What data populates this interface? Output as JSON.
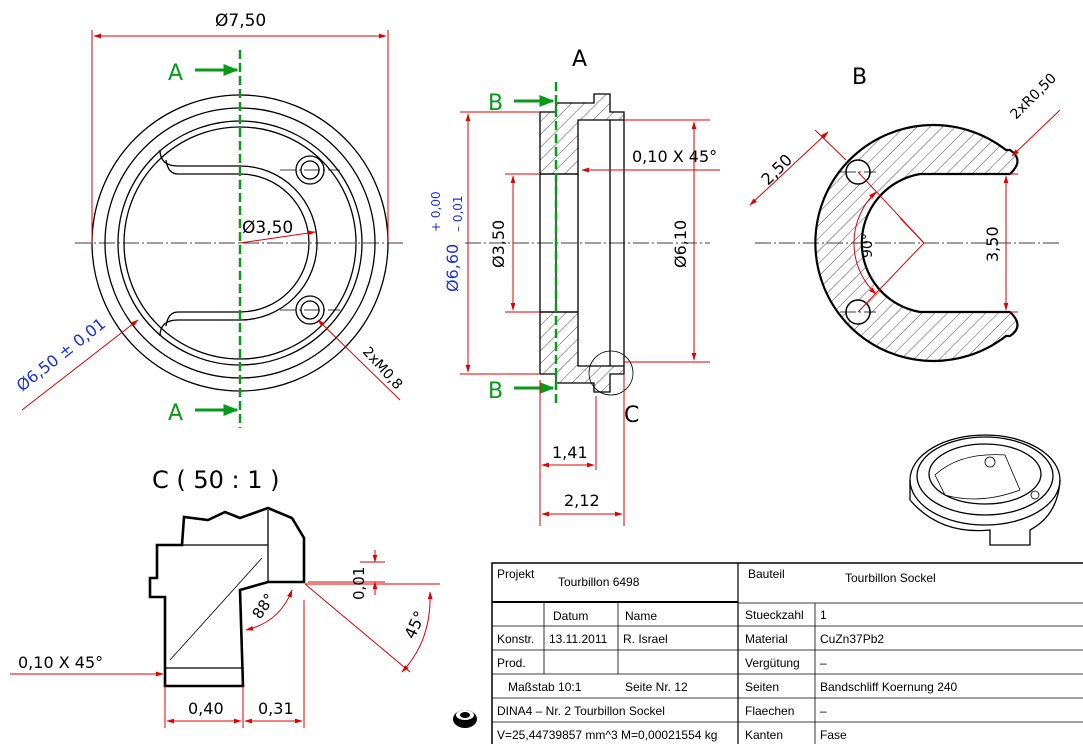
{
  "views": {
    "section_a_label": "A",
    "section_b_label": "B",
    "detail_c_label": "C",
    "detail_c_title": "C ( 50 : 1 )"
  },
  "dimensions": {
    "outer_dia": "Ø7,50",
    "inner_dia": "Ø3,50",
    "tol_dia": "Ø6,50 ± 0,01",
    "thread": "2xM0,8",
    "chamfer": "0,10 X 45°",
    "dia_660": "Ø6,60",
    "tol_plus": "+ 0,00",
    "tol_minus": "– 0,01",
    "dia_350": "Ø3,50",
    "dia_610": "Ø6,10",
    "len_141": "1,41",
    "len_212": "2,12",
    "b_250": "2,50",
    "b_350": "3,50",
    "b_radius": "2xR0,50",
    "b_angle": "90°",
    "c_001": "0,01",
    "c_88": "88°",
    "c_45": "45°",
    "c_chamfer": "0,10 X 45°",
    "c_040": "0,40",
    "c_031": "0,31"
  },
  "title_block": {
    "projekt_label": "Projekt",
    "projekt_value": "Tourbillon 6498",
    "bauteil_label": "Bauteil",
    "bauteil_value": "Tourbillon Sockel",
    "datum_label": "Datum",
    "name_label": "Name",
    "konstr_label": "Konstr.",
    "konstr_date": "13.11.2011",
    "konstr_name": "R. Israel",
    "prod_label": "Prod.",
    "massstab": "Maßstab 10:1",
    "seite": "Seite Nr. 12",
    "dina4": "DINA4 – Nr. 2 Tourbillon Sockel",
    "volume": "V=25,44739857 mm^3 M=0,00021554 kg",
    "rows": [
      {
        "label": "Stueckzahl",
        "value": "1"
      },
      {
        "label": "Material",
        "value": "CuZn37Pb2"
      },
      {
        "label": "Vergütung",
        "value": "–"
      },
      {
        "label": "Seiten",
        "value": "Bandschliff Koernung 240"
      },
      {
        "label": "Flaechen",
        "value": "–"
      },
      {
        "label": "Kanten",
        "value": "Fase"
      }
    ]
  }
}
